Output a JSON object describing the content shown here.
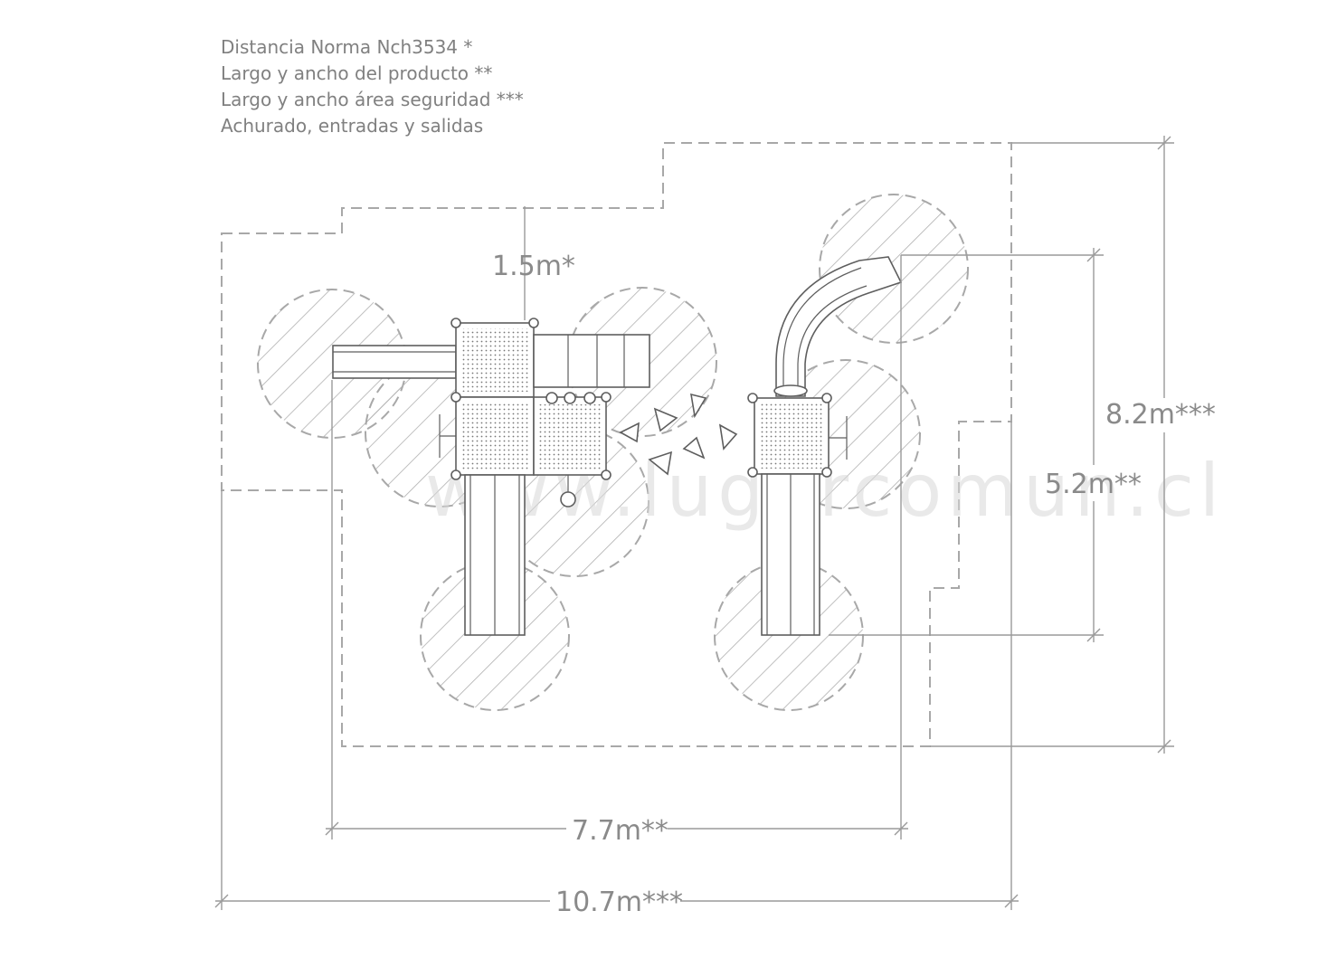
{
  "legend": {
    "line1": "Distancia Norma Nch3534 *",
    "line2": "Largo y ancho del producto **",
    "line3": "Largo y ancho área seguridad ***",
    "line4": "Achurado, entradas y salidas"
  },
  "dimensions": {
    "clearance": "1.5m*",
    "product_length": "7.7m**",
    "product_width": "5.2m**",
    "area_length": "10.7m***",
    "area_width": "8.2m***"
  },
  "watermark": "www.lugarcomun.cl",
  "colors": {
    "line": "#5e5e5e",
    "dimension": "#9a9a9a",
    "hatch": "#b0b0b0",
    "text": "#808080"
  }
}
